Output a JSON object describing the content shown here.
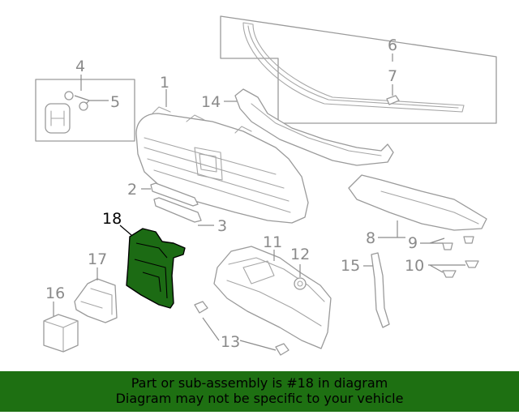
{
  "diagram": {
    "callouts": {
      "c1": "1",
      "c2": "2",
      "c3": "3",
      "c4": "4",
      "c5": "5",
      "c6": "6",
      "c7": "7",
      "c8": "8",
      "c9": "9",
      "c10": "10",
      "c11": "11",
      "c12": "12",
      "c13": "13",
      "c14": "14",
      "c15": "15",
      "c16": "16",
      "c17": "17",
      "c18": "18"
    },
    "highlighted_part": "18",
    "highlight_color": "#1e7012"
  },
  "footer": {
    "line1": "Part or sub-assembly is #18 in diagram",
    "line2": "Diagram may not be specific to your vehicle",
    "background": "#1e7012"
  }
}
